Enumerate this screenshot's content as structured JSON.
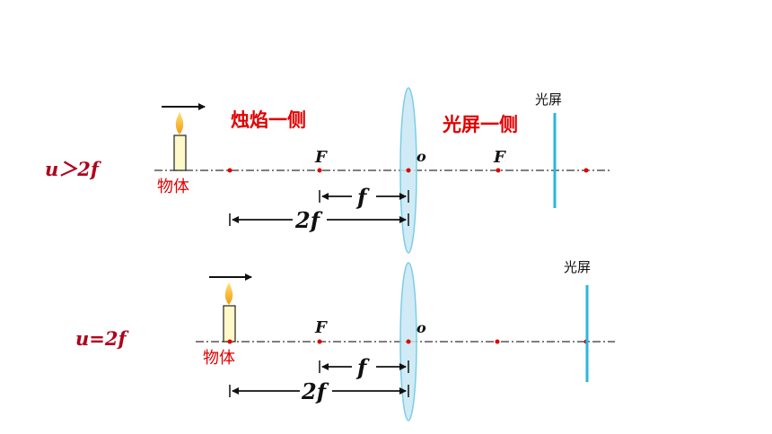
{
  "colors": {
    "axis": "#333333",
    "dot": "#e00000",
    "lens_fill": "#c8e8f4",
    "lens_stroke": "#7ccde6",
    "screen": "#29b6e0",
    "candle_body": "#fff8c8",
    "flame": "#f7b21a",
    "label_red": "#e00000",
    "condition": "#b0001b"
  },
  "labels": {
    "flame_side": "烛焰一侧",
    "screen_side": "光屏一侧"
  },
  "diagrams": [
    {
      "condition": "u＞2f",
      "object_label": "物体",
      "screen_label": "光屏",
      "focus_left": "F",
      "focus_right": "F",
      "optical_center": "o",
      "dim_f": "f",
      "dim_2f": "2f"
    },
    {
      "condition": "u=2f",
      "object_label": "物体",
      "screen_label": "光屏",
      "focus_left": "F",
      "optical_center": "o",
      "dim_f": "f",
      "dim_2f": "2f"
    }
  ]
}
